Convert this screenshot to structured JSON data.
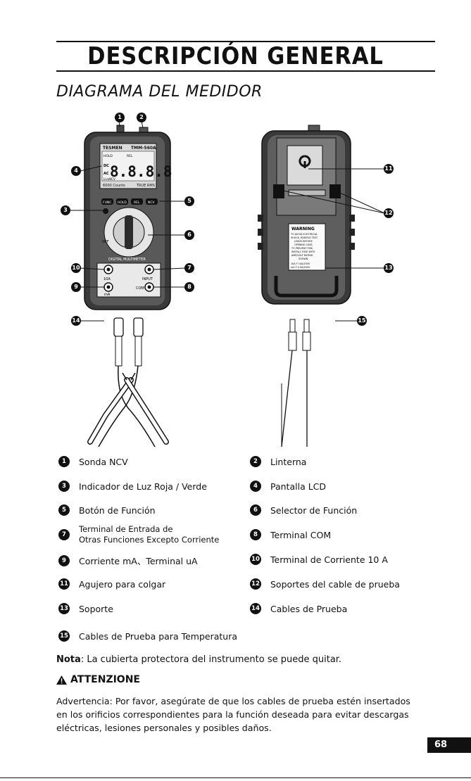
{
  "header": {
    "title": "DESCRIPCIÓN GENERAL",
    "subtitle": "DIAGRAMA DEL MEDIDOR"
  },
  "meter_front": {
    "brand": "TESMEN",
    "model": "TMM-560A",
    "display_digits": "8.8.8.8",
    "counts": "6000 Counts",
    "rms": "TRUE RMS",
    "lcd_hold": "HOLD",
    "lcd_rel": "REL",
    "lcd_dc": "DC",
    "lcd_ac": "AC",
    "lcd_livencv": "LiveNCV",
    "buttons": [
      "FUNC",
      "HOLD",
      "REL",
      "NCV"
    ],
    "dial_label": "DIGITAL MULTIMETER",
    "dial_off": "OFF",
    "terminal_10a": "10A",
    "terminal_ma": "mA",
    "terminal_input": "INPUT",
    "terminal_com": "COM"
  },
  "meter_back": {
    "warning_title": "WARNING",
    "warning_lines": [
      "TO AVOID ELECTRICAL",
      "SHOCK, REMOVE TEST",
      "LEADS BEFORE",
      "OPENING CASE.",
      "TO PREVENT FIRE,",
      "INSTALL FUSE WITH",
      "AMP/VOLT RATING",
      "SHOWN."
    ],
    "fuse_lines": [
      "10A F 10A/250V",
      "mA F 0.5A/250V"
    ]
  },
  "callouts": [
    "1",
    "2",
    "3",
    "4",
    "5",
    "6",
    "7",
    "8",
    "9",
    "10",
    "11",
    "12",
    "13",
    "14",
    "15"
  ],
  "legend": [
    {
      "num": "1",
      "label": "Sonda NCV"
    },
    {
      "num": "2",
      "label": "Linterna"
    },
    {
      "num": "3",
      "label": "Indicador de Luz Roja / Verde"
    },
    {
      "num": "4",
      "label": "Pantalla LCD"
    },
    {
      "num": "5",
      "label": "Botón de Función"
    },
    {
      "num": "6",
      "label": "Selector de Función"
    },
    {
      "num": "7",
      "label": "Terminal de Entrada de",
      "label2": "Otras Funciones Excepto Corriente"
    },
    {
      "num": "8",
      "label": "Terminal COM"
    },
    {
      "num": "9",
      "label": "Corriente mA、Terminal uA"
    },
    {
      "num": "10",
      "label": "Terminal de Corriente 10 A"
    },
    {
      "num": "11",
      "label": "Agujero para colgar"
    },
    {
      "num": "12",
      "label": "Soportes del cable de prueba"
    },
    {
      "num": "13",
      "label": "Soporte"
    },
    {
      "num": "14",
      "label": "Cables de Prueba"
    },
    {
      "num": "15",
      "label": "Cables de Prueba para Temperatura"
    }
  ],
  "note": {
    "prefix": "Nota",
    "text": ": La cubierta protectora del instrumento se puede quitar."
  },
  "warning": {
    "heading": "ATTENZIONE",
    "text": "Advertencia: Por favor, asegúrate de que los cables de prueba estén insertados en los orificios correspondientes para la función deseada para evitar descargas eléctricas, lesiones personales y posibles daños."
  },
  "page_number": "68"
}
